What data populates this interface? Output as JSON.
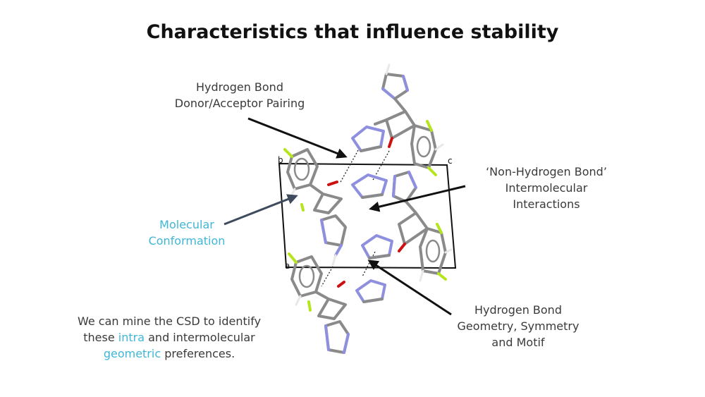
{
  "slide": {
    "title": "Characteristics that influence stability"
  },
  "labels": {
    "hbond_pairing": {
      "line1": "Hydrogen Bond",
      "line2": "Donor/Acceptor Pairing"
    },
    "non_hbond": {
      "line1": "‘Non-Hydrogen Bond’",
      "line2": "Intermolecular",
      "line3": "Interactions"
    },
    "conformation": {
      "line1": "Molecular",
      "line2": "Conformation"
    },
    "hbond_geometry": {
      "line1": "Hydrogen Bond",
      "line2": "Geometry, Symmetry",
      "line3": "and Motif"
    },
    "mine": {
      "line1": "We can mine the CSD to identify",
      "line2_pre": "these ",
      "line2_accent": "intra",
      "line2_post": " and intermolecular",
      "line3_accent": "geometric",
      "line3_post": " preferences."
    }
  },
  "unit_cell": {
    "axis_a": "a",
    "axis_b": "b",
    "axis_c": "c"
  },
  "colors": {
    "accent": "#3fb6d6",
    "nitrogen": "#8f8fe0",
    "oxygen": "#cc1111",
    "fluorine": "#b5e61d",
    "carbon": "#8a8a8a",
    "hydrogen": "#e8e8e8",
    "arrow_dark": "#111111",
    "arrow_slate": "#3d4b5c"
  }
}
